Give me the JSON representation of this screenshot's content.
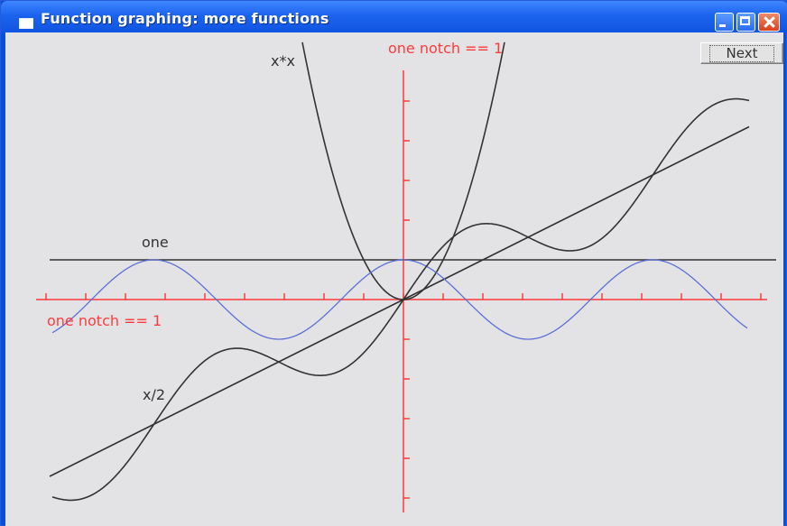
{
  "window": {
    "title": "Function graphing: more functions"
  },
  "toolbar": {
    "next_label": "Next"
  },
  "axes": {
    "y_label": "one notch == 1",
    "x_label": "one notch == 1",
    "axis_color": "#ff3b3b"
  },
  "functions": {
    "one_label": "one",
    "square_label": "x*x",
    "half_label": "x/2"
  },
  "colors": {
    "curve_dark": "#333333",
    "curve_blue": "#5b6fd6",
    "background": "#e3e3e5",
    "title_bar": "#1b63ee"
  }
}
